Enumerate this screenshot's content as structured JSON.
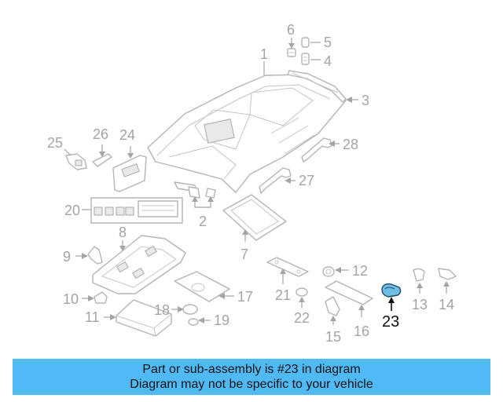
{
  "diagram": {
    "callouts": [
      "1",
      "2",
      "3",
      "4",
      "5",
      "6",
      "7",
      "8",
      "9",
      "10",
      "11",
      "12",
      "13",
      "14",
      "15",
      "16",
      "17",
      "18",
      "19",
      "20",
      "21",
      "22",
      "23",
      "24",
      "25",
      "26",
      "27",
      "28"
    ],
    "highlight_color": "#6fbde3",
    "outline_color": "#b4b4b4"
  },
  "banner": {
    "line1": "Part or sub-assembly is #23 in diagram",
    "line2": "Diagram may not be specific to your vehicle",
    "background": "#4fbaf5"
  }
}
